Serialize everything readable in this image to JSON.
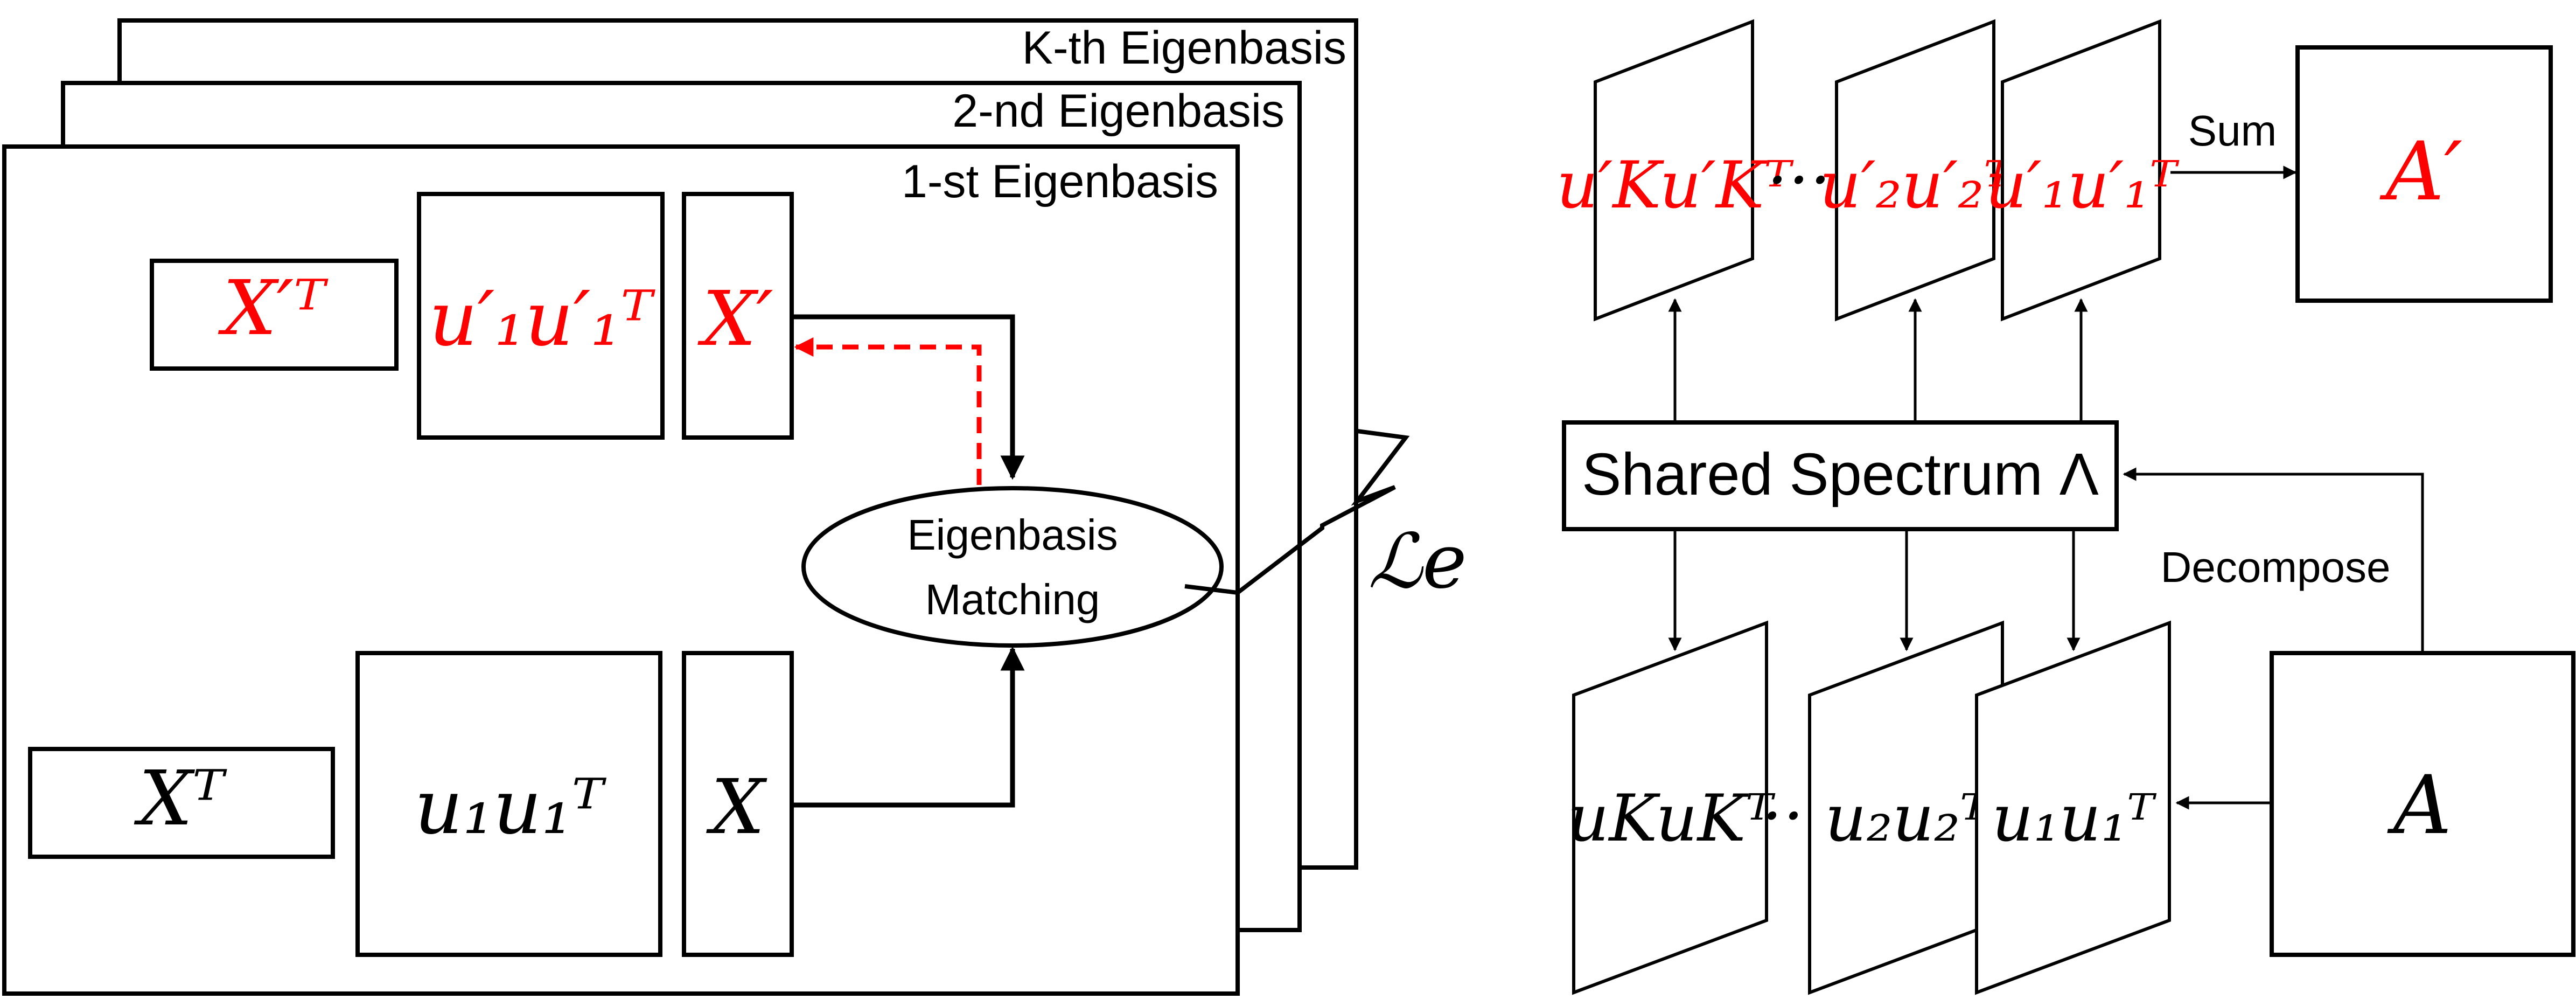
{
  "colors": {
    "highlight": "#ff0000",
    "stroke": "#000000",
    "background": "#ffffff"
  },
  "left_panel": {
    "layer_k_title": "K-th Eigenbasis",
    "layer_2_title": "2-nd Eigenbasis",
    "layer_1_title": "1-st Eigenbasis",
    "top_row": {
      "x_prime_t": "X′ᵀ",
      "u_prime_outer": "u′₁u′₁ᵀ",
      "x_prime": "X′"
    },
    "bottom_row": {
      "x_t": "Xᵀ",
      "u_outer": "u₁u₁ᵀ",
      "x": "X"
    },
    "matching_line1": "Eigenbasis",
    "matching_line2": "Matching",
    "loss": "ℒe"
  },
  "right_panel": {
    "top_row": [
      "u′Ku′Kᵀ",
      "u′₂u′₂ᵀ",
      "u′₁u′₁ᵀ"
    ],
    "top_ellipsis": "…",
    "sum_label": "Sum",
    "a_prime": "A′",
    "shared_spectrum": "Shared Spectrum Λ",
    "decompose_label": "Decompose",
    "bottom_row": [
      "uKuKᵀ",
      "u₂u₂ᵀ",
      "u₁u₁ᵀ"
    ],
    "bottom_ellipsis": "…",
    "a": "A"
  }
}
